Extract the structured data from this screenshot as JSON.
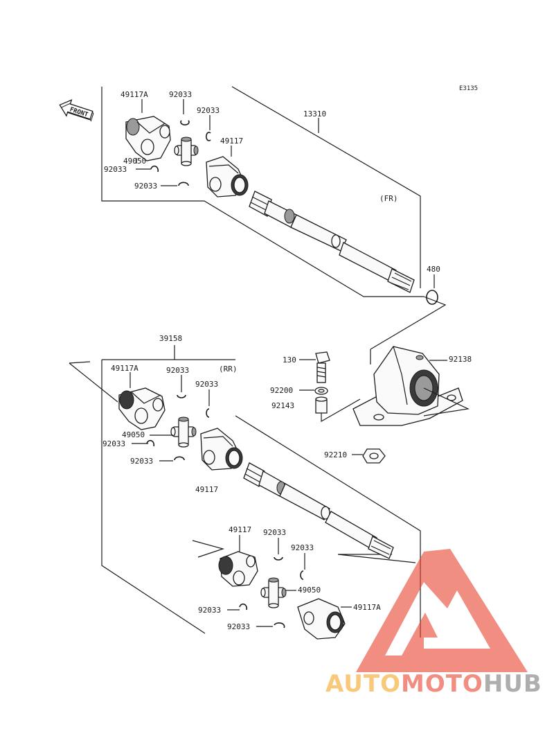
{
  "diagram_code": "E3135",
  "front_label": "FRONT",
  "labels": {
    "top_shaft": "13310",
    "top_fr": "(FR)",
    "top_49117A": "49117A",
    "top_92033_a": "92033",
    "top_92033_b": "92033",
    "top_49117": "49117",
    "top_49050": "49050",
    "top_92033_c": "92033",
    "top_92033_d": "92033",
    "ring_480": "480",
    "rear_assy": "39158",
    "rear_rr": "(RR)",
    "rear_49117A": "49117A",
    "rear_92033_a": "92033",
    "rear_92033_b": "92033",
    "rear_49050": "49050",
    "rear_92033_c": "92033",
    "rear_92033_d": "92033",
    "rear_49117": "49117",
    "bolt_130": "130",
    "washer_92200": "92200",
    "collar_92143": "92143",
    "bearing_92138": "92138",
    "nut_92210": "92210",
    "low_49117": "49117",
    "low_92033_a": "92033",
    "low_92033_b": "92033",
    "low_49050": "49050",
    "low_49117A": "49117A",
    "low_92033_c": "92033",
    "low_92033_d": "92033"
  },
  "watermark": {
    "part1": "AUTO",
    "part2": "MOTO",
    "part3": "HUB",
    "color1": "#f5a623",
    "color2": "#e8422f",
    "color3": "#7a7a7a",
    "logo_color": "#e8422f"
  }
}
